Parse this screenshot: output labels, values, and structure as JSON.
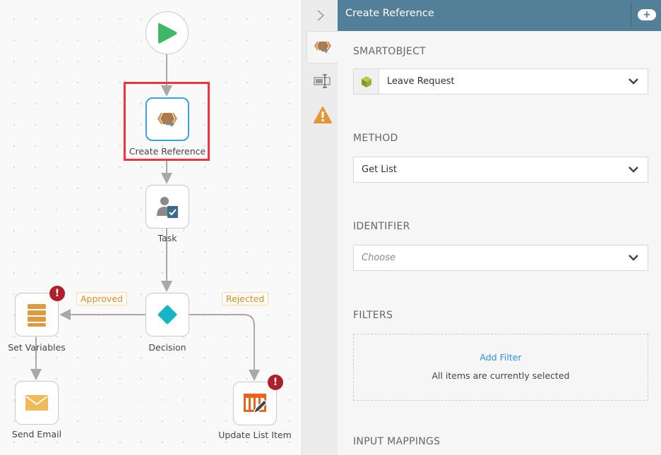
{
  "workflow": {
    "nodes": {
      "create_reference": "Create Reference",
      "task": "Task",
      "decision": "Decision",
      "set_variables": "Set Variables",
      "send_email": "Send Email",
      "update_list_item": "Update List Item"
    },
    "outcomes": {
      "approved": "Approved",
      "rejected": "Rejected"
    },
    "error_badge": "!"
  },
  "panel": {
    "title": "Create Reference",
    "smartobject": {
      "label": "SMARTOBJECT",
      "value": "Leave Request"
    },
    "method": {
      "label": "METHOD",
      "value": "Get List"
    },
    "identifier": {
      "label": "IDENTIFIER",
      "placeholder": "Choose"
    },
    "filters": {
      "label": "FILTERS",
      "add": "Add Filter",
      "status": "All items are currently selected"
    },
    "input_mappings": {
      "label": "INPUT MAPPINGS"
    }
  },
  "colors": {
    "header": "#537f98",
    "selection": "#f0353b",
    "accent": "#3aa0e8"
  }
}
